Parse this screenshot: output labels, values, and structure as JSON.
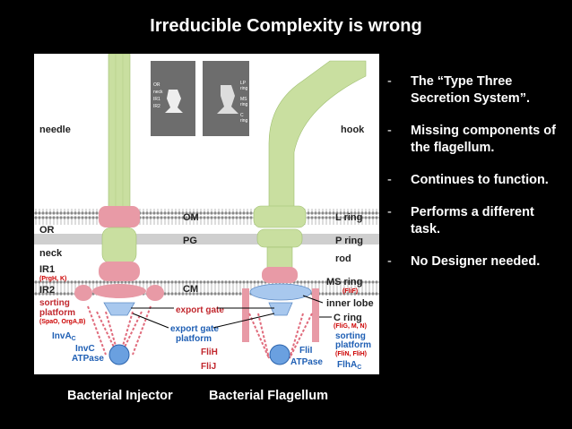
{
  "title": "Irreducible Complexity is wrong",
  "bullets": [
    "The “Type Three Secretion System”.",
    "Missing components of the flagellum.",
    "Continues to function.",
    "Performs a different task.",
    "No Designer needed."
  ],
  "bullet_marker": "-",
  "captions": {
    "left": "Bacterial Injector",
    "right": "Bacterial Flagellum"
  },
  "diagram": {
    "left_labels": {
      "needle": "needle",
      "or": "OR",
      "neck": "neck",
      "ir1": "IR1",
      "ir1_sub": "(PrgH, K)",
      "ir2": "IR2",
      "sorting": "sorting",
      "platform": "platform",
      "sorting_sub": "(SpaO, OrgA,B)",
      "inva": "InvA",
      "inva_sub": "C",
      "invc": "InvC",
      "atpase": "ATPase"
    },
    "center_labels": {
      "om": "OM",
      "pg": "PG",
      "cm": "CM",
      "export_gate": "export gate",
      "export_gate_platform_1": "export gate",
      "export_gate_platform_2": "platform",
      "flih": "FliH",
      "flij": "FliJ"
    },
    "right_labels": {
      "hook": "hook",
      "l_ring": "L ring",
      "p_ring": "P ring",
      "rod": "rod",
      "ms_ring": "MS ring",
      "ms_ring_sub": "(FliF)",
      "inner_lobe": "inner lobe",
      "c_ring": "C ring",
      "c_ring_sub": "(FliG, M, N)",
      "sorting": "sorting",
      "platform": "platform",
      "sorting_sub": "(FliN, FliH)",
      "flii": "FliI",
      "atpase": "ATPase",
      "flha": "FlhA",
      "flha_sub": "C"
    },
    "inset_left": [
      "OR",
      "neck",
      "IR1",
      "IR2"
    ],
    "inset_right": [
      "LP",
      "ring",
      "MS",
      "ring",
      "C",
      "ring"
    ]
  },
  "colors": {
    "background": "#000000",
    "text": "#ffffff",
    "rod_green": "#c9dfa0",
    "pink": "#e89aa6",
    "blue": "#a8c8ee",
    "red_label": "#c1272d",
    "blue_label": "#1f5fb4"
  }
}
